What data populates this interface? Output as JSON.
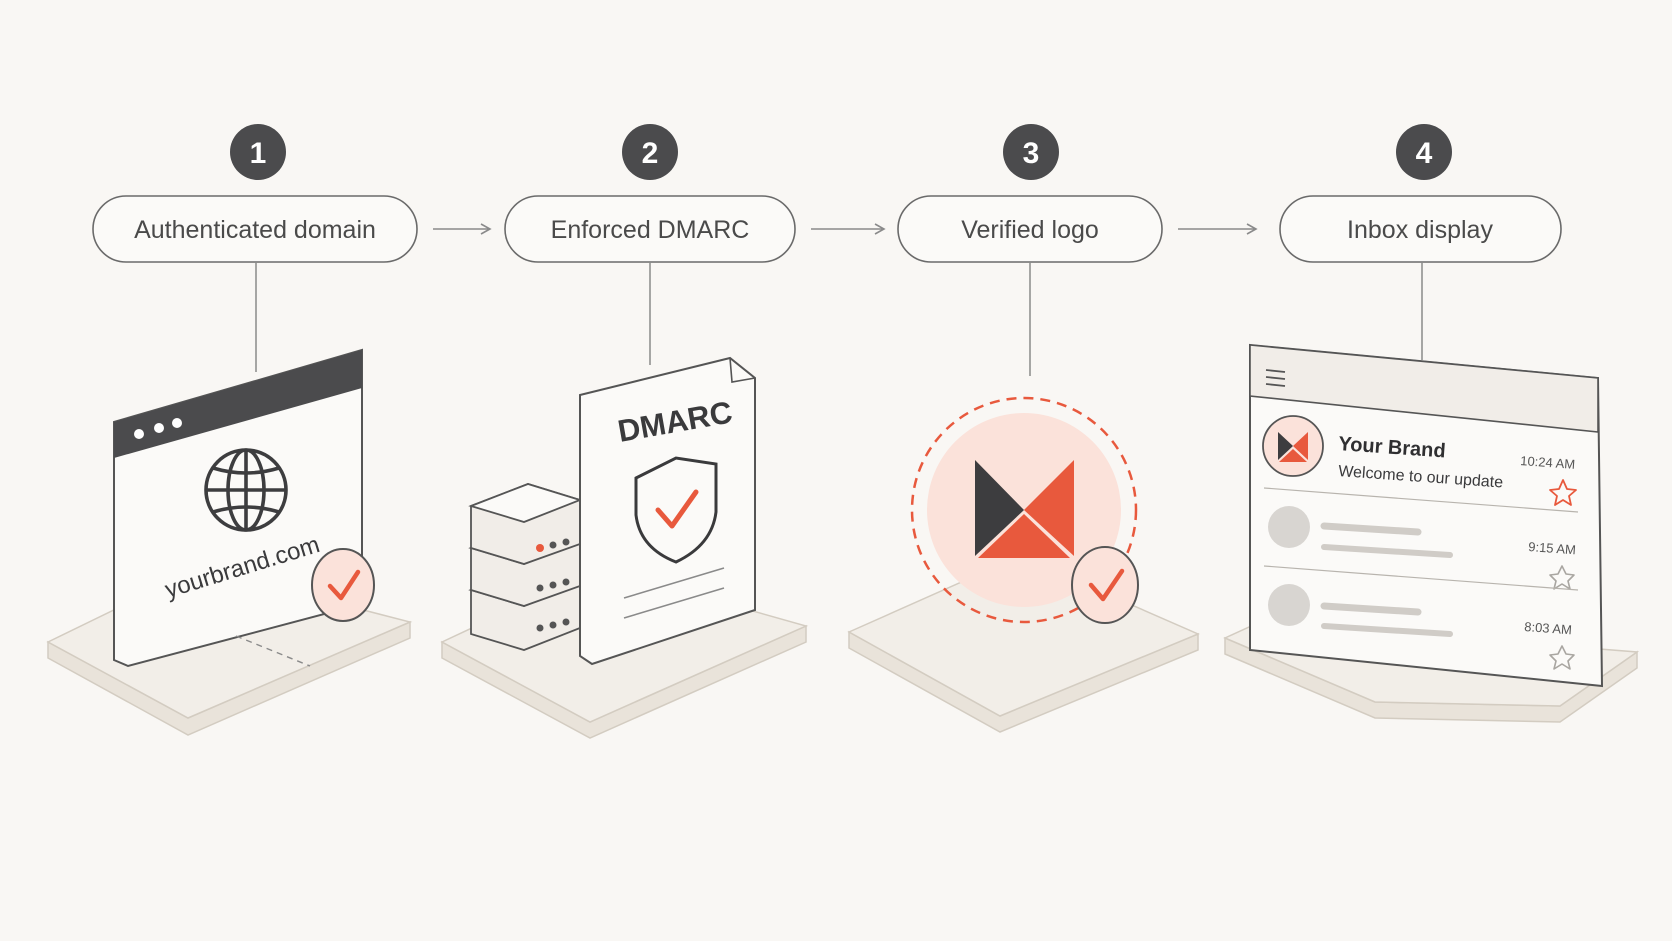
{
  "colors": {
    "background": "#f9f7f4",
    "ink": "#4b4b4d",
    "accent": "#e8593d",
    "accent_soft": "#fbe2da",
    "platform": "#f1ede6",
    "line": "#8a8a8a"
  },
  "steps": [
    {
      "number": "1",
      "label": "Authenticated domain",
      "icon": "browser-globe-icon"
    },
    {
      "number": "2",
      "label": "Enforced DMARC",
      "icon": "dmarc-shield-document-icon"
    },
    {
      "number": "3",
      "label": "Verified logo",
      "icon": "brand-logo-badge-icon"
    },
    {
      "number": "4",
      "label": "Inbox display",
      "icon": "inbox-window-icon"
    }
  ],
  "browser": {
    "domain_text": "yourbrand.com"
  },
  "document": {
    "title": "DMARC"
  },
  "inbox": {
    "emails": [
      {
        "sender": "Your Brand",
        "subject": "Welcome to our update",
        "time": "10:24 AM"
      },
      {
        "time": "9:15 AM"
      },
      {
        "time": "8:03 AM"
      }
    ]
  }
}
